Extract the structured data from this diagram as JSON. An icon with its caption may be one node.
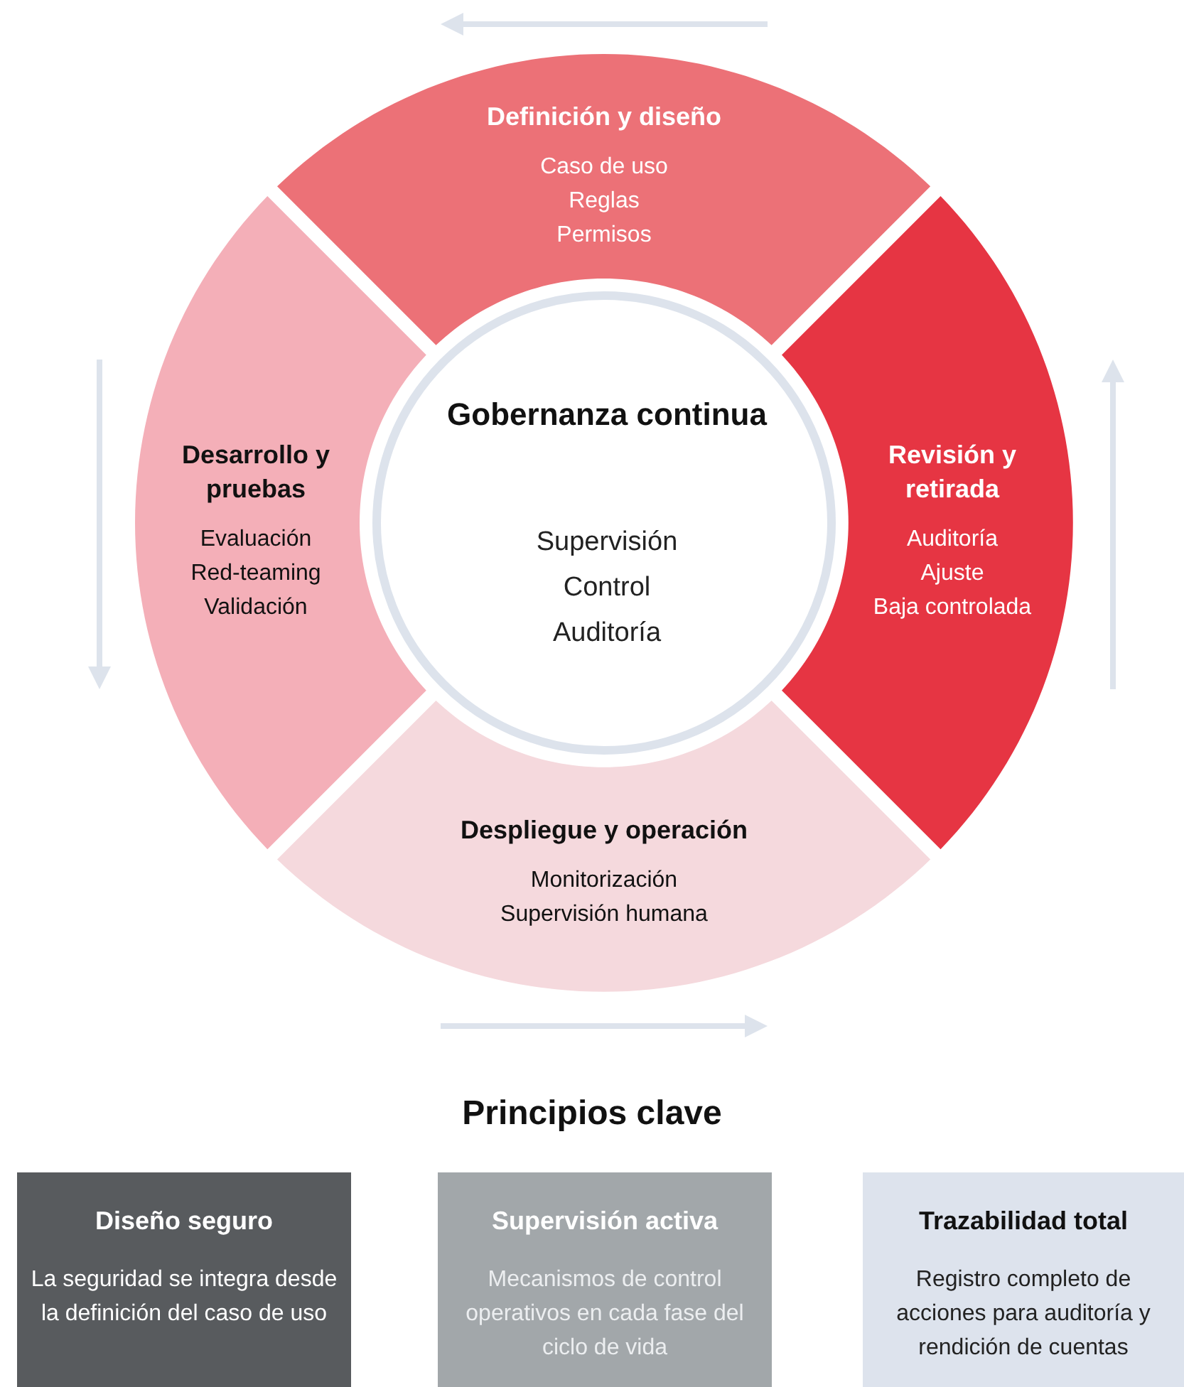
{
  "diagram": {
    "nodes": [
      {
        "text": [
          "Definición y diseño",
          "Caso de uso",
          "Reglas",
          "Permisos"
        ]
      },
      {
        "text": [
          "Revisión y retirada",
          "Auditoría",
          "Ajuste",
          "Baja controlada"
        ]
      },
      {
        "text": [
          "Despliegue y operación",
          "Monitorización",
          "Supervisión humana"
        ]
      },
      {
        "text": [
          "Desarrollo y pruebas",
          "Evaluación",
          "Red-teaming",
          "Validación"
        ]
      },
      {
        "text": [
          "Gobernanza continua",
          "Supervisión",
          "Control",
          "Auditoría"
        ]
      },
      {
        "text": [
          "Diseño seguro",
          "La seguridad se integra desde la definición del caso de uso"
        ]
      },
      {
        "text": [
          "Supervisión activa",
          "Mecanismos de control operativos en cada fase del ciclo de vida"
        ]
      },
      {
        "text": [
          "Trazabilidad total",
          "Registro completo de acciones para auditoría y rendición de cuentas"
        ]
      }
    ],
    "labels": [
      "Principios clave"
    ]
  }
}
